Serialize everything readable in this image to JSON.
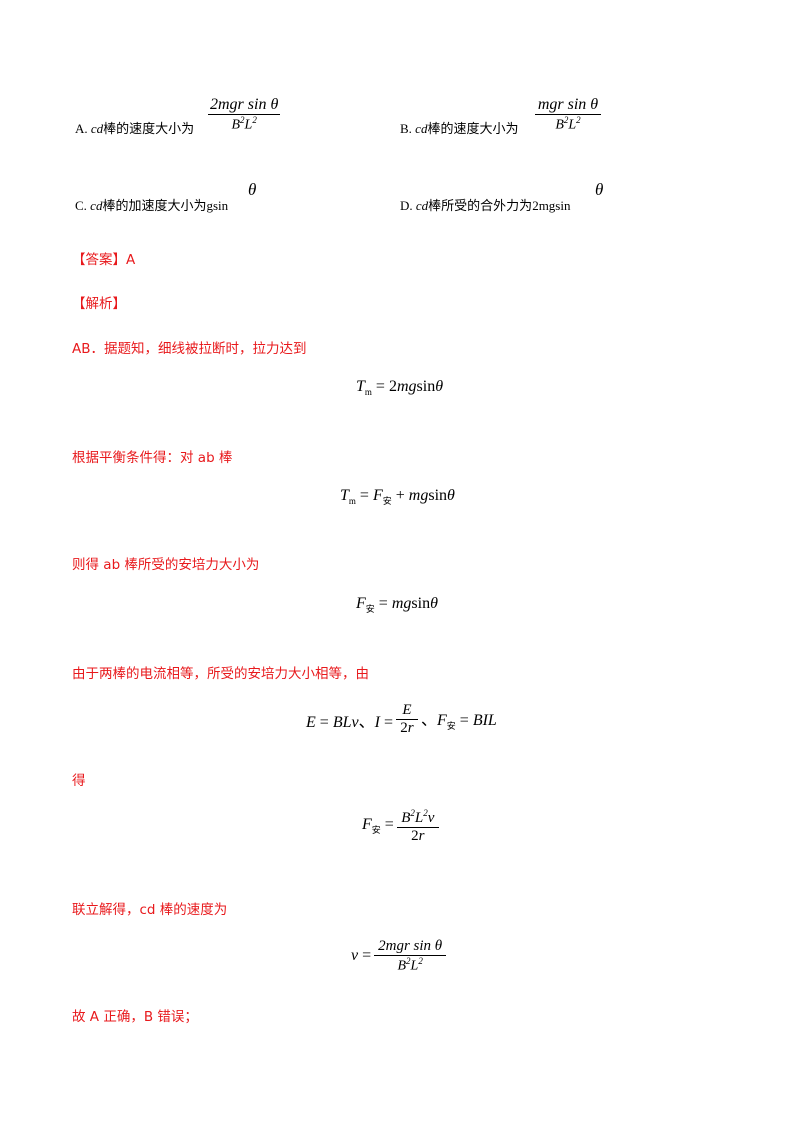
{
  "options": {
    "a_label": "A.",
    "a_subject": "cd",
    "a_text": "棒的速度大小为",
    "a_num": "2mgr sin θ",
    "a_den": "B²L²",
    "b_label": "B.",
    "b_subject": "cd",
    "b_text": "棒的速度大小为",
    "b_num": "mgr sin θ",
    "b_den": "B²L²",
    "c_label": "C.",
    "c_subject": "cd",
    "c_text": "棒的加速度大小为",
    "c_expr": "gsin",
    "c_theta": "θ",
    "d_label": "D.",
    "d_subject": "cd",
    "d_text": "棒所受的合外力为",
    "d_expr": "2mgsin",
    "d_theta": "θ"
  },
  "answer": {
    "label": "【答案】",
    "value": "A"
  },
  "analysis": {
    "label": "【解析】"
  },
  "lines": {
    "l1": "AB．据题知，细线被拉断时，拉力达到",
    "l2": "根据平衡条件得：对 ab 棒",
    "l3": "则得 ab 棒所受的安培力大小为",
    "l4": "由于两棒的电流相等，所受的安培力大小相等，由",
    "l5": "得",
    "l6": "联立解得，cd 棒的速度为",
    "l7": "故 A 正确，B 错误；"
  },
  "equations": {
    "eq1": "Tm = 2mgsinθ",
    "eq2": "Tm = F安 + mgsinθ",
    "eq3": "F安 = mgsinθ",
    "eq4a": "E = BLv、I =",
    "eq4_num": "E",
    "eq4_den": "2r",
    "eq4b": "、F安 = BIL",
    "eq5_num": "B²L²v",
    "eq5_den": "2r",
    "eq6_num": "2mgr sin θ",
    "eq6_den": "B²L²"
  }
}
